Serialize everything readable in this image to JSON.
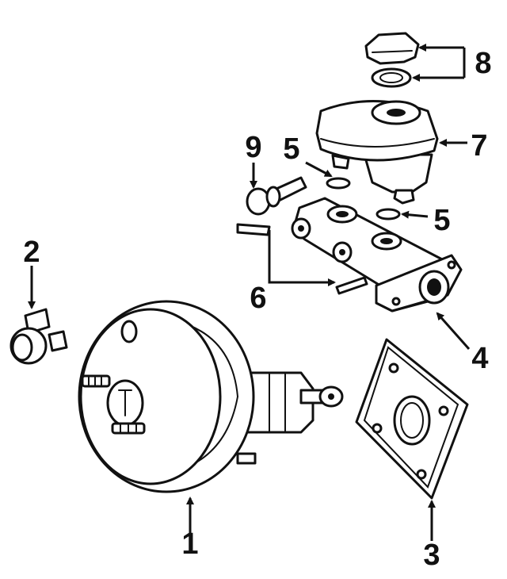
{
  "diagram": {
    "callouts": [
      {
        "id": "1",
        "label": "1"
      },
      {
        "id": "2",
        "label": "2"
      },
      {
        "id": "3",
        "label": "3"
      },
      {
        "id": "4",
        "label": "4"
      },
      {
        "id": "5a",
        "label": "5"
      },
      {
        "id": "5b",
        "label": "5"
      },
      {
        "id": "6",
        "label": "6"
      },
      {
        "id": "7",
        "label": "7"
      },
      {
        "id": "8",
        "label": "8"
      },
      {
        "id": "9",
        "label": "9"
      }
    ],
    "colors": {
      "line": "#111111",
      "fill": "#ffffff"
    }
  }
}
